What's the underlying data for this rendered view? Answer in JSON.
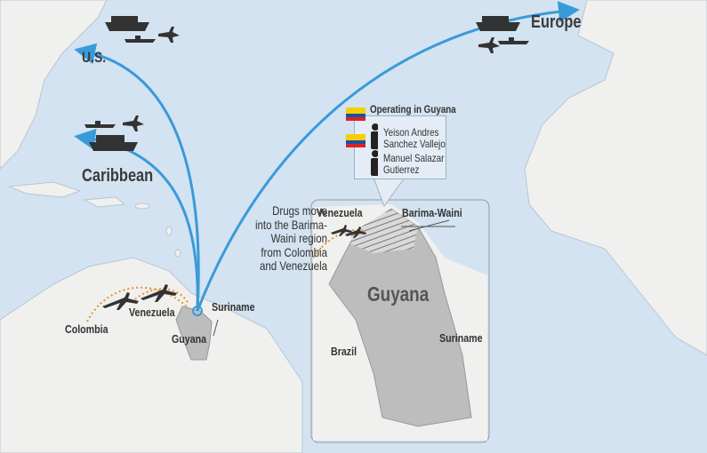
{
  "labels": {
    "us": "U.S.",
    "caribbean": "Caribbean",
    "europe": "Europe",
    "colombia": "Colombia",
    "venezuela": "Venezuela",
    "guyana": "Guyana",
    "suriname": "Suriname"
  },
  "inset": {
    "venezuela": "Venezuela",
    "region": "Barima-Waini",
    "guyana": "Guyana",
    "brazil": "Brazil",
    "suriname": "Suriname"
  },
  "callout": {
    "title": "Operating in Guyana",
    "people": [
      {
        "name_line1": "Yeison Andres",
        "name_line2": "Sanchez Vallejo"
      },
      {
        "name_line1": "Manuel Salazar",
        "name_line2": "Gutierrez"
      }
    ]
  },
  "annotation": "Drugs move into the Barima-Waini region from Colombia and Venezuela",
  "colors": {
    "ocean": "#d3e3f1",
    "land": "#f0f0ee",
    "guyana": "#bdbdbd",
    "route": "#3a9ad9",
    "flight": "#e8912d"
  }
}
